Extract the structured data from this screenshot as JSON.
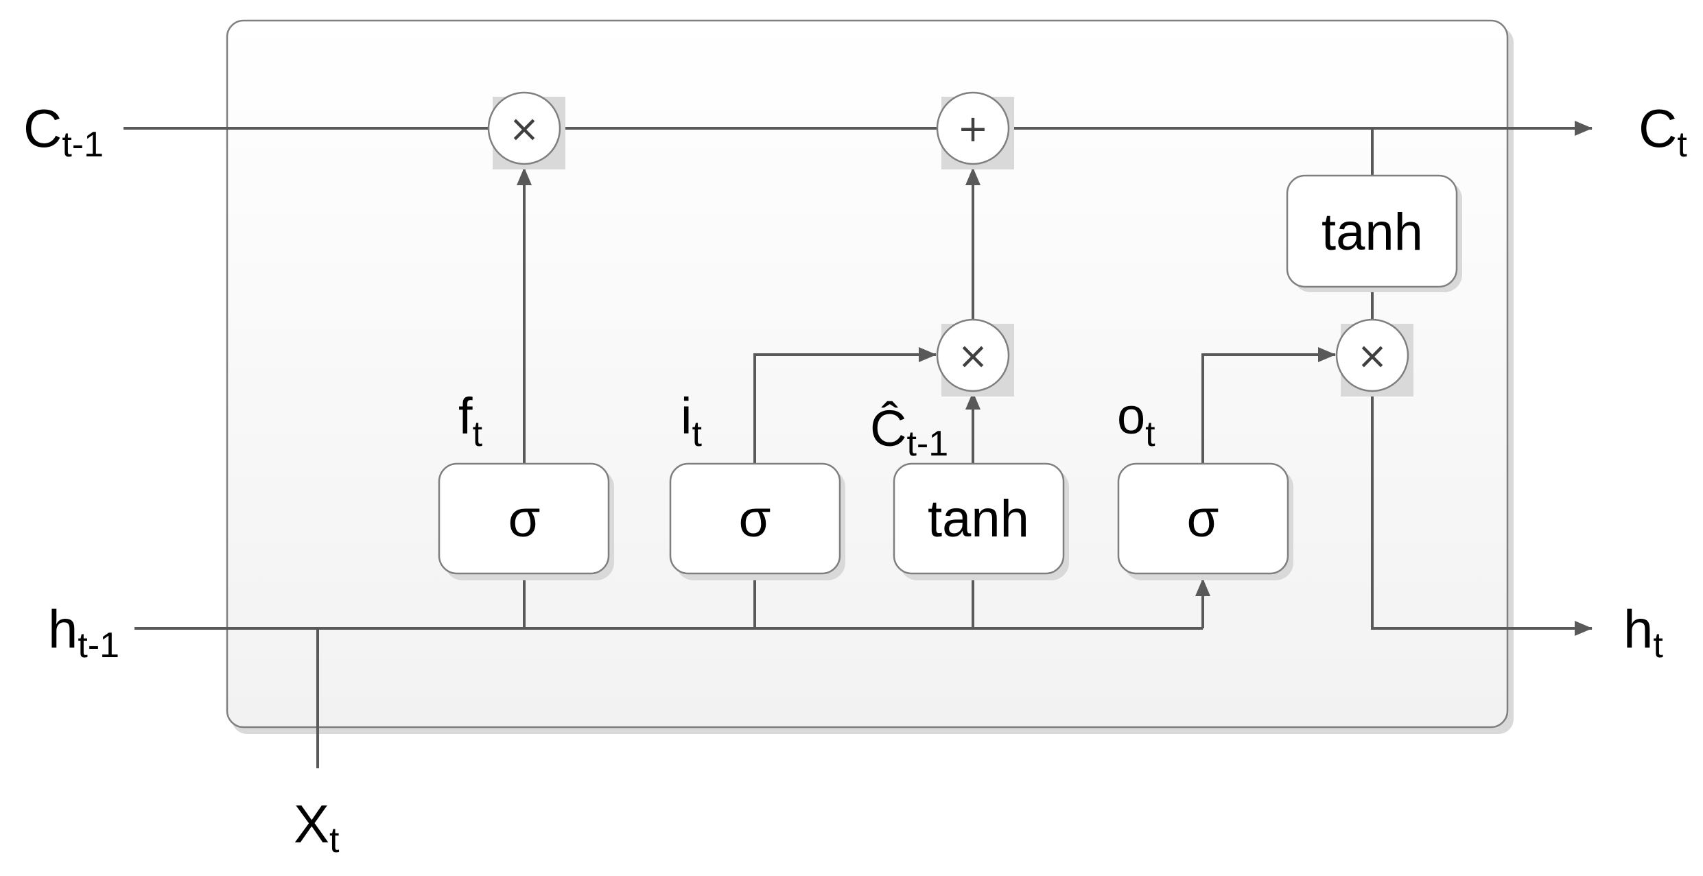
{
  "inputs": {
    "c_prev": {
      "base": "C",
      "sub": "t-1"
    },
    "h_prev": {
      "base": "h",
      "sub": "t-1"
    },
    "x": {
      "base": "X",
      "sub": "t"
    }
  },
  "outputs": {
    "c_out": {
      "base": "C",
      "sub": "t"
    },
    "h_out": {
      "base": "h",
      "sub": "t"
    }
  },
  "gates": {
    "forget": {
      "symbol": "σ",
      "label_base": "f",
      "label_sub": "t"
    },
    "input": {
      "symbol": "σ",
      "label_base": "i",
      "label_sub": "t"
    },
    "candidate": {
      "symbol": "tanh",
      "label_base": "Ĉ",
      "label_sub": "t-1"
    },
    "output": {
      "symbol": "σ",
      "label_base": "o",
      "label_sub": "t"
    }
  },
  "cell_tanh": {
    "symbol": "tanh"
  },
  "operators": {
    "forget_mult": "×",
    "cell_add": "+",
    "input_mult": "×",
    "output_mult": "×"
  }
}
